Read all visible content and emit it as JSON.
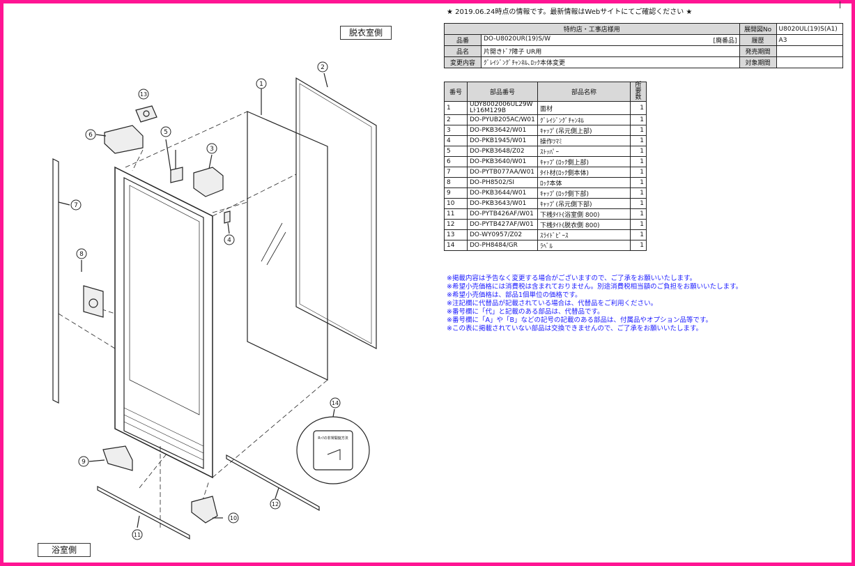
{
  "notice": "★ 2019.06.24時点の情報です。最新情報はWebサイトにてご確認ください ★",
  "labels": {
    "changing_room": "脱衣室側",
    "bath_room": "浴室側"
  },
  "header": {
    "title": "特約店・工事店様用",
    "diagram_no_label": "展開図No",
    "diagram_no": "U8020UL(19)S(A1)",
    "part_no_label": "品番",
    "part_no": "DO-U8020UR(19)S/W",
    "discontinued": "[廃番品]",
    "history_label": "履歴",
    "history": "A3",
    "name_label": "品名",
    "name": "片開きﾄﾞｱ障子 UR用",
    "release_label": "発売期間",
    "release": "",
    "change_label": "変更内容",
    "change": "ｸﾞﾚｲｼﾞﾝｸﾞﾁｬﾝﾈﾙ､ﾛｯｸ本体変更",
    "target_label": "対象期間",
    "target": ""
  },
  "parts_table": {
    "headers": [
      "番号",
      "部品番号",
      "部品名称",
      "所要数"
    ],
    "rows": [
      {
        "no": "1",
        "code": "UDY8002006UL29WLﾄ16M129B",
        "name": "面材",
        "qty": "1"
      },
      {
        "no": "2",
        "code": "DO-PYUB205AC/W01",
        "name": "ｸﾞﾚｲｼﾞﾝｸﾞﾁｬﾝﾈﾙ",
        "qty": "1"
      },
      {
        "no": "3",
        "code": "DO-PKB3642/W01",
        "name": "ｷｬｯﾌﾟ(吊元側上部)",
        "qty": "1"
      },
      {
        "no": "4",
        "code": "DO-PKB1945/W01",
        "name": "操作ﾂﾏﾐ",
        "qty": "1"
      },
      {
        "no": "5",
        "code": "DO-PKB3648/Z02",
        "name": "ｽﾄｯﾊﾟｰ",
        "qty": "1"
      },
      {
        "no": "6",
        "code": "DO-PKB3640/W01",
        "name": "ｷｬｯﾌﾟ(ﾛｯｸ側上部)",
        "qty": "1"
      },
      {
        "no": "7",
        "code": "DO-PYTB077AA/W01",
        "name": "ﾀｲﾄ材(ﾛｯｸ側本体)",
        "qty": "1"
      },
      {
        "no": "8",
        "code": "DO-PH8502/SI",
        "name": "ﾛｯｸ本体",
        "qty": "1"
      },
      {
        "no": "9",
        "code": "DO-PKB3644/W01",
        "name": "ｷｬｯﾌﾟ(ﾛｯｸ側下部)",
        "qty": "1"
      },
      {
        "no": "10",
        "code": "DO-PKB3643/W01",
        "name": "ｷｬｯﾌﾟ(吊元側下部)",
        "qty": "1"
      },
      {
        "no": "11",
        "code": "DO-PYTB426AF/W01",
        "name": "下桟ﾀｲﾄ(浴室側 800)",
        "qty": "1"
      },
      {
        "no": "12",
        "code": "DO-PYTB427AF/W01",
        "name": "下桟ﾀｲﾄ(脱衣側 800)",
        "qty": "1"
      },
      {
        "no": "13",
        "code": "DO-WY0957/Z02",
        "name": "ｽﾗｲﾄﾞﾋﾟｰｽ",
        "qty": "1"
      },
      {
        "no": "14",
        "code": "DO-PH8484/GR",
        "name": "ﾗﾍﾞﾙ",
        "qty": "1"
      }
    ]
  },
  "notes": [
    "※掲載内容は予告なく変更する場合がございますので、ご了承をお願いいたします。",
    "※希望小売価格には消費税は含まれておりません。別途消費税相当額のご負担をお願いいたします。",
    "※希望小売価格は、部品1個単位の価格です。",
    "※注記欄に代替品が記載されている場合は、代替品をご利用ください。",
    "※番号欄に「代」と記載のある部品は、代替品です。",
    "※番号欄に「A」や「B」などの記号の記載のある部品は、付属品やオプション品等です。",
    "※この表に掲載されていない部品は交換できませんので、ご了承をお願いいたします。"
  ],
  "callouts": [
    "1",
    "2",
    "3",
    "4",
    "5",
    "6",
    "7",
    "8",
    "9",
    "10",
    "11",
    "12",
    "13",
    "14"
  ],
  "label_detail": "Rｯｸの非常開錠方法"
}
